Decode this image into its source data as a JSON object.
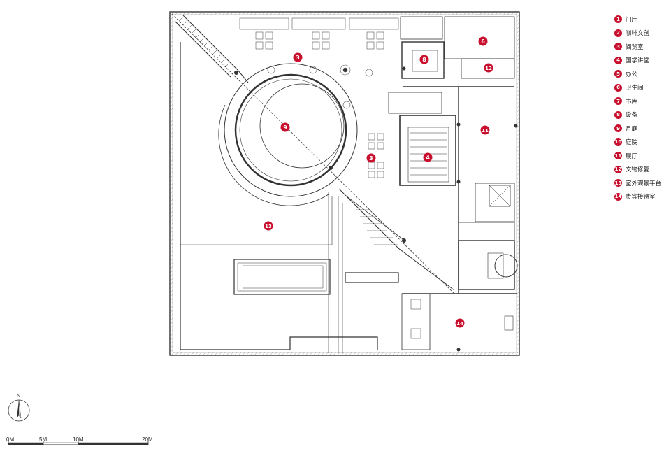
{
  "legend": [
    {
      "num": "1",
      "label": "门厅"
    },
    {
      "num": "2",
      "label": "咖啡文创"
    },
    {
      "num": "3",
      "label": "阅览室"
    },
    {
      "num": "4",
      "label": "国学讲堂"
    },
    {
      "num": "5",
      "label": "办公"
    },
    {
      "num": "6",
      "label": "卫生间"
    },
    {
      "num": "7",
      "label": "书库"
    },
    {
      "num": "8",
      "label": "设备"
    },
    {
      "num": "9",
      "label": "月庭"
    },
    {
      "num": "10",
      "label": "庭院"
    },
    {
      "num": "11",
      "label": "展厅"
    },
    {
      "num": "12",
      "label": "文物修复"
    },
    {
      "num": "13",
      "label": "室外观景平台"
    },
    {
      "num": "14",
      "label": "贵宾接待室"
    }
  ],
  "plan_markers": {
    "m3a": "3",
    "m3b": "3",
    "m4": "4",
    "m6": "6",
    "m8": "8",
    "m9": "9",
    "m11": "11",
    "m12": "12",
    "m13": "13",
    "m14": "14"
  },
  "north": {
    "letter": "N"
  },
  "scale_bar": {
    "labels": [
      "0M",
      "5M",
      "10M",
      "20M"
    ]
  },
  "colors": {
    "marker": "#c8102e",
    "line": "#333333"
  }
}
